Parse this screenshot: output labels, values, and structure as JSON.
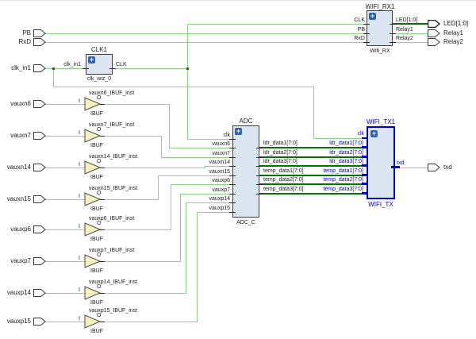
{
  "diagram": {
    "ports": {
      "inputs": [
        "PB",
        "RxD",
        "clk_in1",
        "vauxn6",
        "vauxn7",
        "vauxn14",
        "vauxn15",
        "vauxp6",
        "vauxp7",
        "vauxp14",
        "vauxp15"
      ],
      "outputs": [
        "LED[1:0]",
        "Relay1",
        "Relay2",
        "txd"
      ]
    },
    "blocks": {
      "clk1": {
        "title": "CLK1",
        "subtitle": "clk_wiz_0",
        "pins_in": [
          "clk_in1"
        ],
        "pins_out": [
          "CLK"
        ]
      },
      "wifi_rx": {
        "title": "WIFI_RX1",
        "subtitle": "Wifi_RX",
        "pins_in": [
          "CLK",
          "PB",
          "RxD"
        ],
        "pins_out": [
          "LED[1:0]",
          "Relay1",
          "Relay2"
        ]
      },
      "adc": {
        "title": "ADC",
        "subtitle": "ADC_C",
        "pins_in": [
          "clk",
          "vauxn6",
          "vauxn7",
          "vauxn14",
          "vauxn15",
          "vauxp6",
          "vauxp7",
          "vauxp14",
          "vauxp15"
        ],
        "pins_out": [
          "ldr_data1[7:0]",
          "ldr_data2[7:0]",
          "ldr_data3[7:0]",
          "temp_data1[7:0]",
          "temp_data2[7:0]",
          "temp_data3[7:0]"
        ]
      },
      "wifi_tx": {
        "title": "WIFI_TX1",
        "subtitle": "WIFI_TX",
        "pins_in": [
          "clk",
          "ldr_data1[7:0]",
          "ldr_data2[7:0]",
          "ldr_data3[7:0]",
          "temp_data1[7:0]",
          "temp_data2[7:0]",
          "temp_data3[7:0]"
        ],
        "pins_out": [
          "txd"
        ]
      }
    },
    "ibufs": {
      "type_label": "IBUF",
      "in_label": "I",
      "out_label": "O",
      "instances": [
        "vauxn6_IBUF_inst",
        "vauxn7_IBUF_inst",
        "vauxn14_IBUF_inst",
        "vauxn15_IBUF_inst",
        "vauxp6_IBUF_inst",
        "vauxp7_IBUF_inst",
        "vauxp14_IBUF_inst",
        "vauxp15_IBUF_inst"
      ]
    },
    "colors": {
      "wire": "#84d884",
      "bus": "#007300",
      "selected": "#0000cc",
      "block_fill": "#dce6f2",
      "ibuf_fill": "#f6f2c0"
    }
  }
}
